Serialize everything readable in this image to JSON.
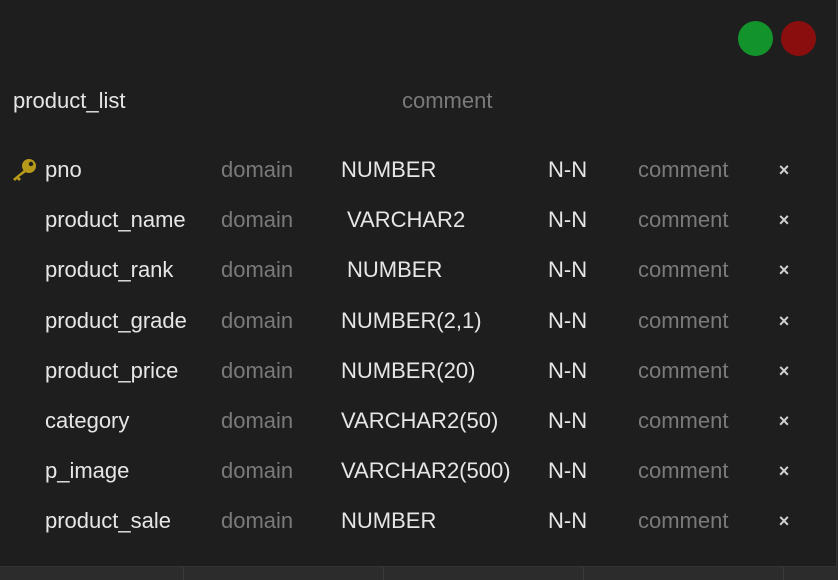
{
  "table": {
    "name": "product_list",
    "comment_placeholder": "comment"
  },
  "controls": {
    "green_color": "#12932b",
    "red_color": "#8b0e0e"
  },
  "columns": [
    {
      "name": "pno",
      "domain": "domain",
      "type": "NUMBER",
      "nullable": "N-N",
      "comment": "comment",
      "delete": "×",
      "primary_key": true
    },
    {
      "name": "product_name",
      "domain": "domain",
      "type": "VARCHAR2",
      "nullable": "N-N",
      "comment": "comment",
      "delete": "×",
      "primary_key": false
    },
    {
      "name": "product_rank",
      "domain": "domain",
      "type": "NUMBER",
      "nullable": "N-N",
      "comment": "comment",
      "delete": "×",
      "primary_key": false
    },
    {
      "name": "product_grade",
      "domain": "domain",
      "type": "NUMBER(2,1)",
      "nullable": "N-N",
      "comment": "comment",
      "delete": "×",
      "primary_key": false
    },
    {
      "name": "product_price",
      "domain": "domain",
      "type": "NUMBER(20)",
      "nullable": "N-N",
      "comment": "comment",
      "delete": "×",
      "primary_key": false
    },
    {
      "name": "category",
      "domain": "domain",
      "type": "VARCHAR2(50)",
      "nullable": "N-N",
      "comment": "comment",
      "delete": "×",
      "primary_key": false
    },
    {
      "name": "p_image",
      "domain": "domain",
      "type": "VARCHAR2(500)",
      "nullable": "N-N",
      "comment": "comment",
      "delete": "×",
      "primary_key": false
    },
    {
      "name": "product_sale",
      "domain": "domain",
      "type": "NUMBER",
      "nullable": "N-N",
      "comment": "comment",
      "delete": "×",
      "primary_key": false
    }
  ]
}
